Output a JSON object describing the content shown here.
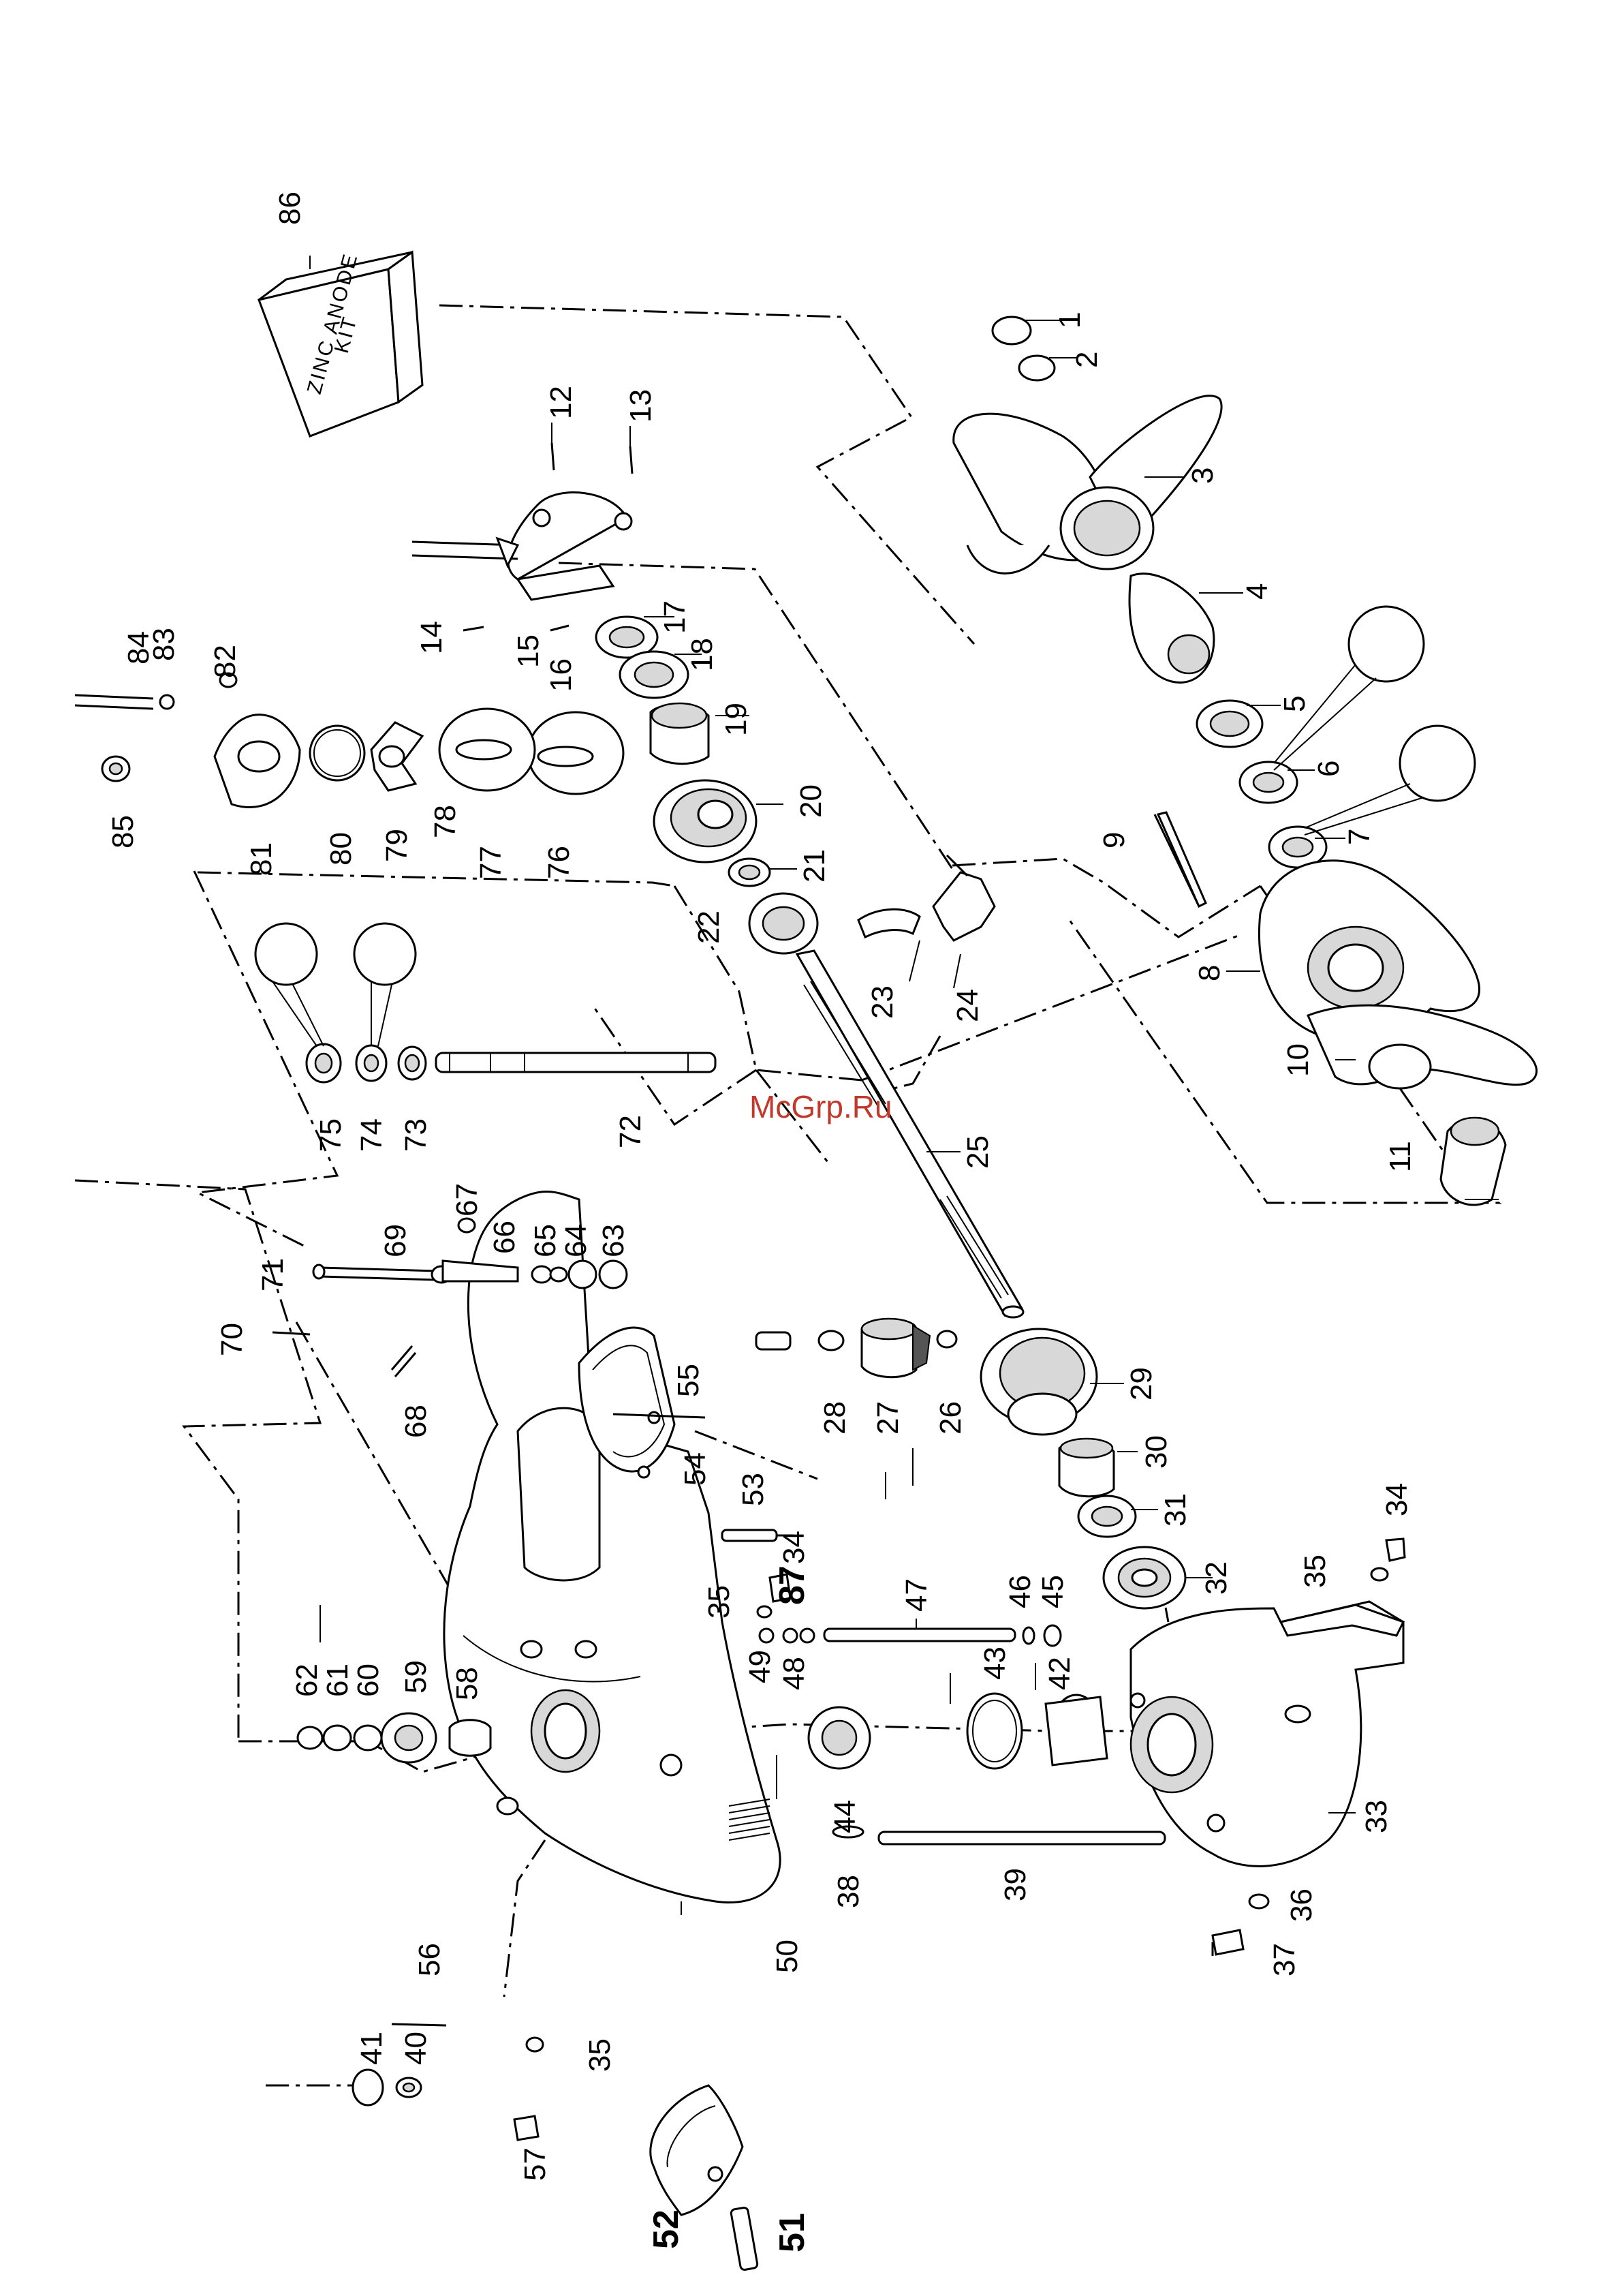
{
  "watermark": "McGrp.Ru",
  "kit_label": {
    "line1": "ZINC ANODE",
    "line2": "KIT"
  },
  "part_numbers": {
    "p1": "1",
    "p2": "2",
    "p3": "3",
    "p4": "4",
    "p5": "5",
    "p6": "6",
    "p7": "7",
    "p8": "8",
    "p9": "9",
    "p10": "10",
    "p11": "11",
    "p12": "12",
    "p13": "13",
    "p14": "14",
    "p15": "15",
    "p16": "16",
    "p17": "17",
    "p18": "18",
    "p19": "19",
    "p20": "20",
    "p21": "21",
    "p22": "22",
    "p23": "23",
    "p24": "24",
    "p25": "25",
    "p26": "26",
    "p27": "27",
    "p28": "28",
    "p29": "29",
    "p30": "30",
    "p31": "31",
    "p32": "32",
    "p33": "33",
    "p34a": "34",
    "p34b": "34",
    "p35a": "35",
    "p35b": "35",
    "p35c": "35",
    "p36": "36",
    "p37": "37",
    "p38": "38",
    "p39": "39",
    "p40": "40",
    "p41": "41",
    "p42": "42",
    "p43": "43",
    "p44": "44",
    "p45": "45",
    "p46": "46",
    "p47": "47",
    "p48": "48",
    "p49": "49",
    "p50": "50",
    "p51": "51",
    "p52": "52",
    "p53": "53",
    "p54": "54",
    "p55": "55",
    "p56": "56",
    "p57": "57",
    "p58": "58",
    "p59": "59",
    "p60": "60",
    "p61": "61",
    "p62": "62",
    "p63": "63",
    "p64": "64",
    "p65": "65",
    "p66": "66",
    "p67": "67",
    "p68": "68",
    "p69": "69",
    "p70": "70",
    "p71": "71",
    "p72": "72",
    "p73": "73",
    "p74": "74",
    "p75": "75",
    "p76": "76",
    "p77": "77",
    "p78": "78",
    "p79": "79",
    "p80": "80",
    "p81": "81",
    "p82": "82",
    "p83": "83",
    "p84": "84",
    "p85": "85",
    "p86": "86",
    "p87": "87"
  }
}
